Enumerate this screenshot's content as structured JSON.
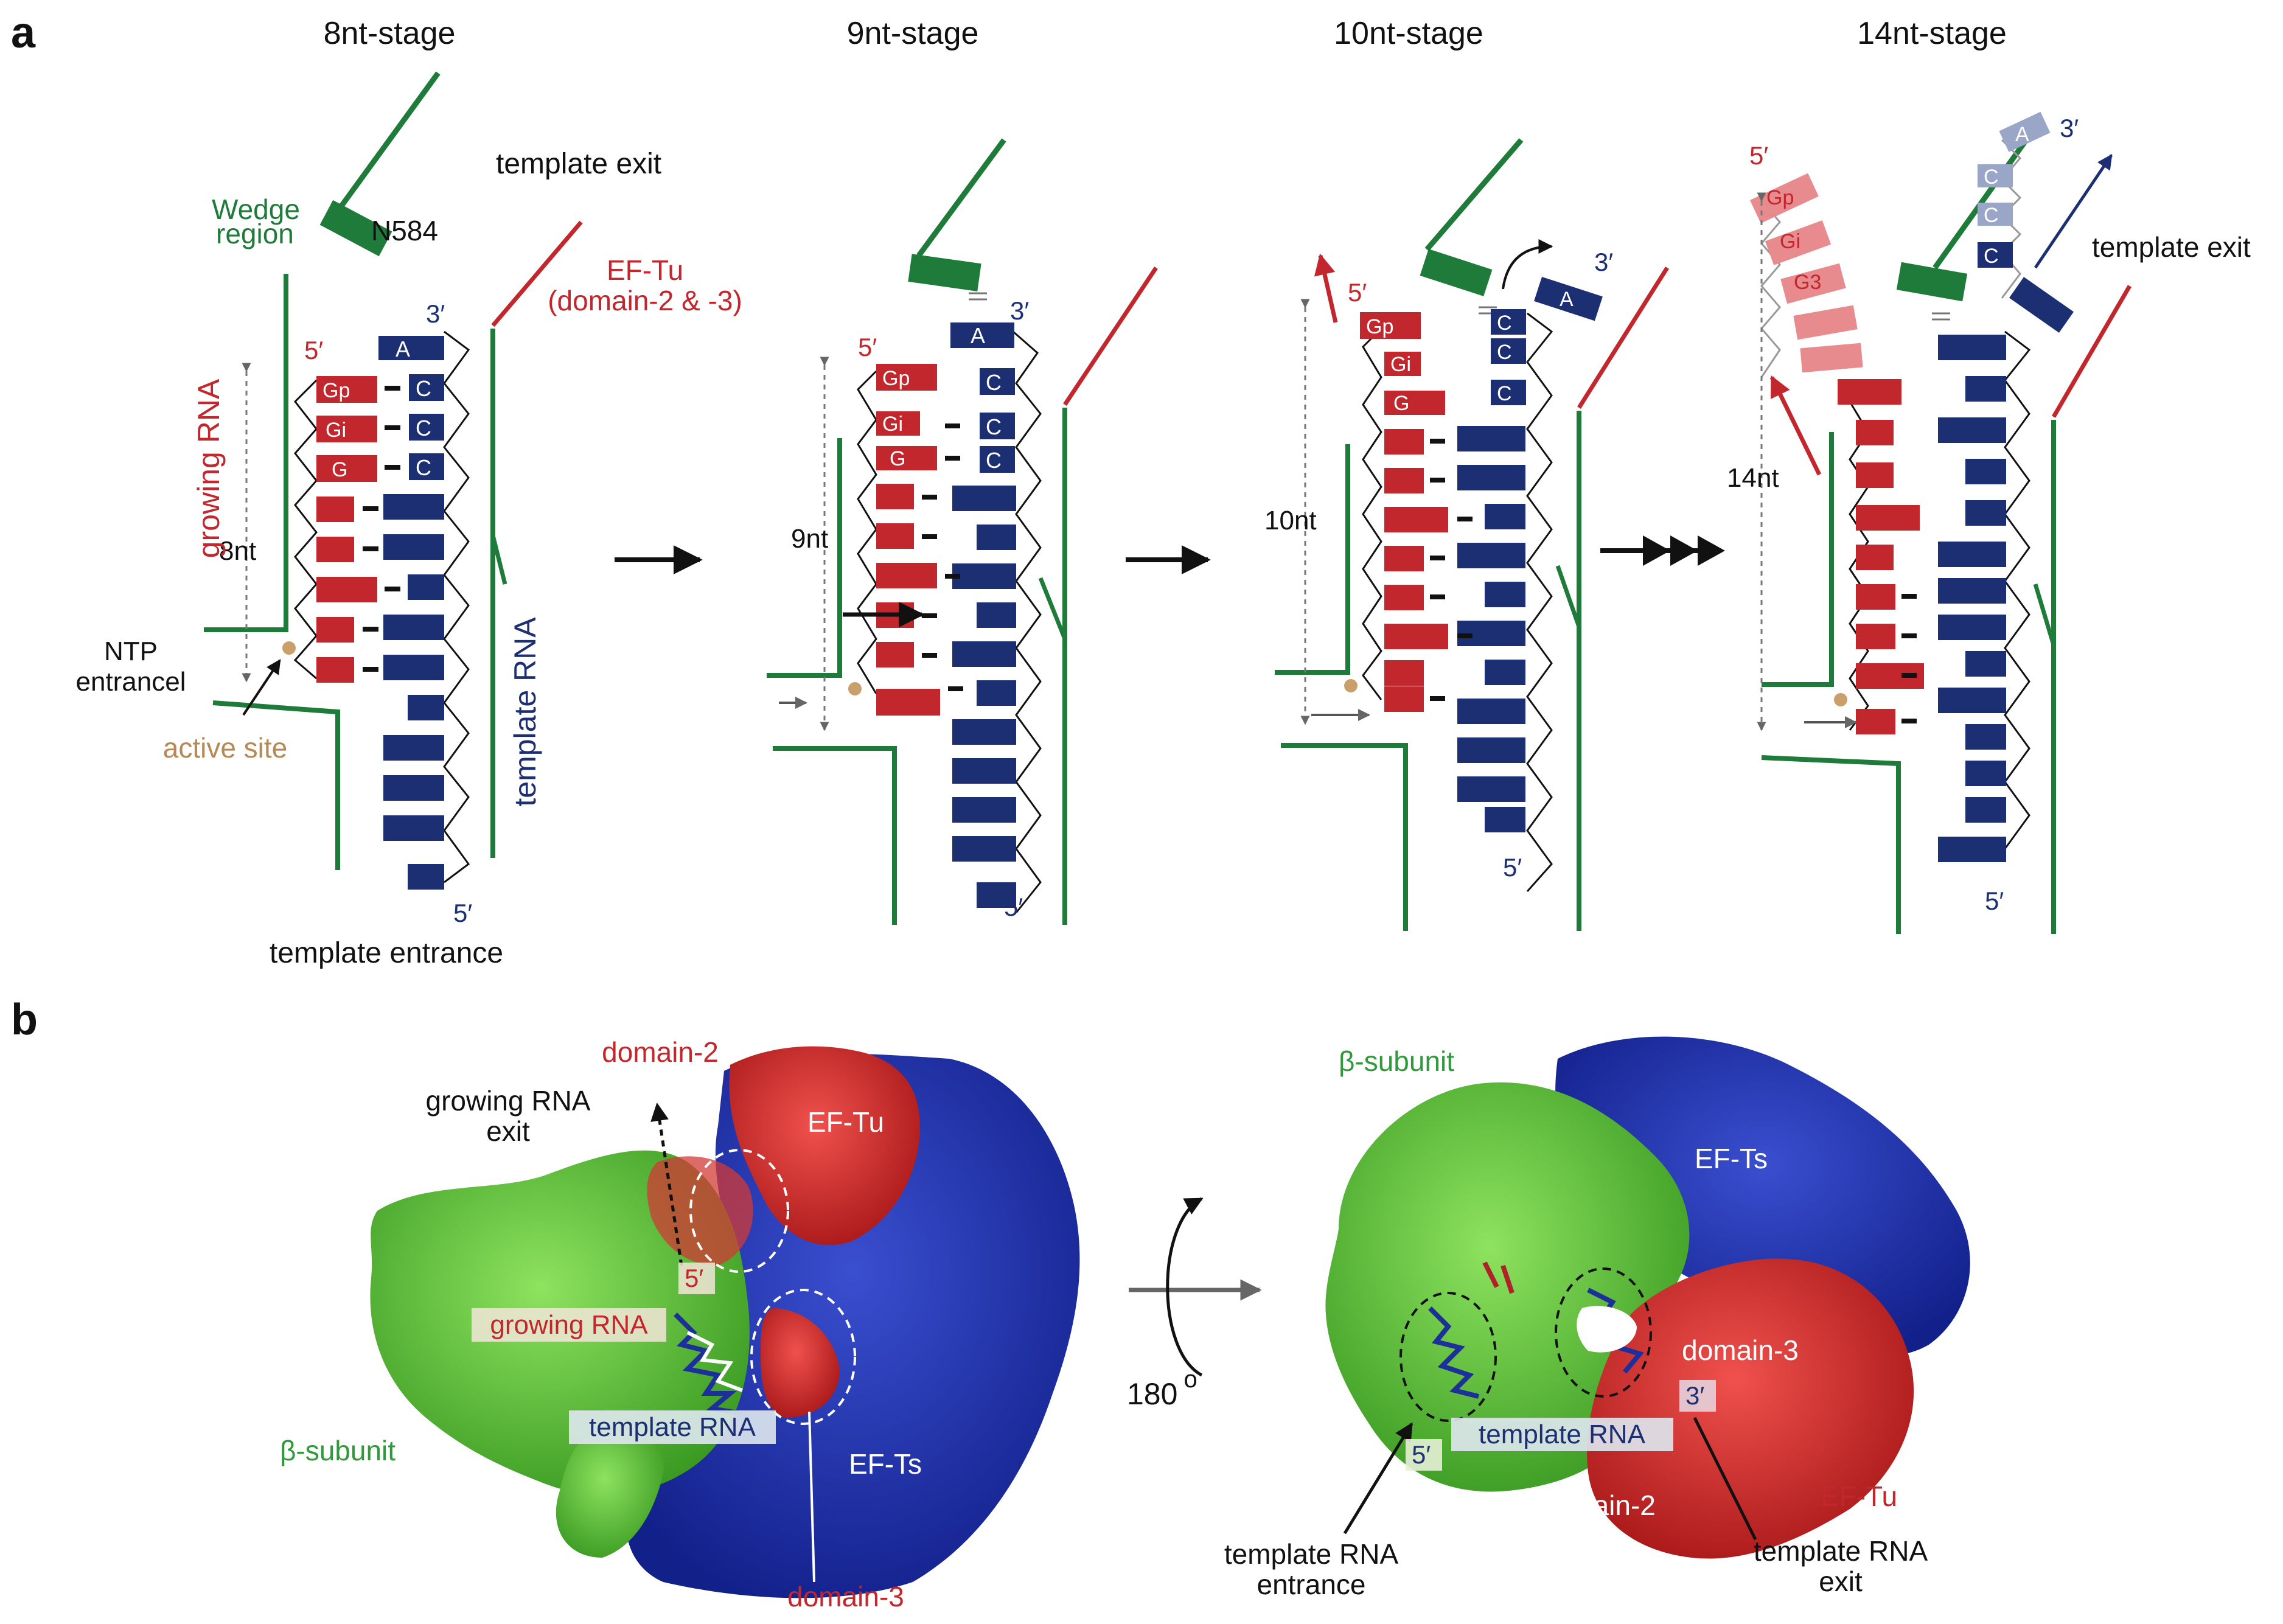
{
  "panel_labels": {
    "a": "a",
    "b": "b"
  },
  "colors": {
    "green": "#1e7b3a",
    "red": "#c1272d",
    "navy": "#1d2f73",
    "light_red": "#e88b8f",
    "light_blue": "#9aa6c8",
    "tan": "#c9a06b",
    "gray": "#777777",
    "surf_green": "#5cc43a",
    "surf_blue": "#2233a8",
    "surf_red": "#d42a2a"
  },
  "stages": [
    {
      "title": "8nt-stage",
      "length_label": "8nt"
    },
    {
      "title": "9nt-stage",
      "length_label": "9nt"
    },
    {
      "title": "10nt-stage",
      "length_label": "10nt"
    },
    {
      "title": "14nt-stage",
      "length_label": "14nt"
    }
  ],
  "panel_a": {
    "template_exit": "template exit",
    "wedge_line1": "Wedge",
    "wedge_line2": "region",
    "n584": "N584",
    "ef_tu_line1": "EF-Tu",
    "ef_tu_line2": "(domain-2 & -3)",
    "growing_rna": "growing RNA",
    "template_rna": "template RNA",
    "ntp_line1": "NTP",
    "ntp_line2": "entrancel",
    "active_site": "active site",
    "template_entrance": "template entrance",
    "five_prime": "5′",
    "three_prime": "3′",
    "base_Gp": "Gp",
    "base_Gi": "Gi",
    "base_G": "G",
    "base_G3": "G3",
    "base_A": "A",
    "base_C": "C"
  },
  "panel_b": {
    "domain2": "domain-2",
    "growing_exit_line1": "growing RNA",
    "growing_exit_line2": "exit",
    "ef_tu": "EF-Tu",
    "five_prime": "5′",
    "growing_rna": "growing RNA",
    "template_rna": "template RNA",
    "beta_subunit": "β-subunit",
    "ef_ts": "EF-Ts",
    "domain3": "domain-3",
    "rotation": "180",
    "rotation_deg": "o",
    "beta_subunit_right": "β-subunit",
    "ef_ts_right": "EF-Ts",
    "domain3_right": "domain-3",
    "three_prime_right": "3′",
    "template_rna_right": "template RNA",
    "five_prime_right": "5′",
    "domain2_right": "domain-2",
    "ef_tu_right": "EF-Tu",
    "entrance_line1": "template RNA",
    "entrance_line2": "entrance",
    "exit_line1": "template RNA",
    "exit_line2": "exit"
  }
}
